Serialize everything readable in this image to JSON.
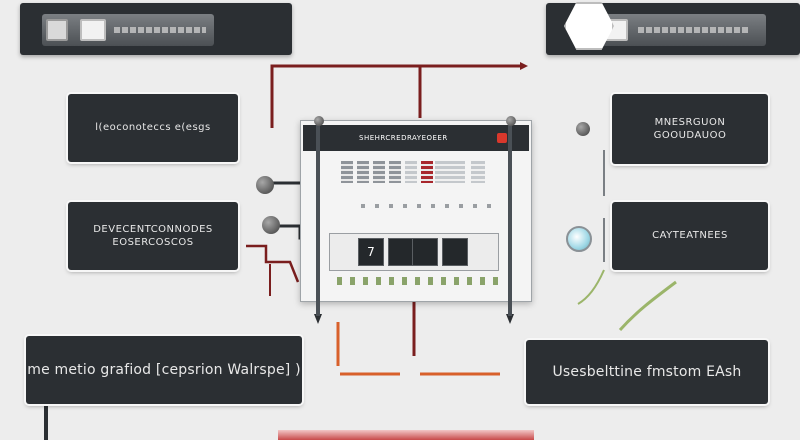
{
  "labels": {
    "left_top": "l(eoconoteccs e(esgs",
    "left_mid": "DEVECENTCONNODES\nEOSERCOSCOS",
    "left_bottom": "me metio grafiod [cepsrion Walrspe] )",
    "right_top": "MNESRGUON\nGOOUDAUOO",
    "right_mid": "CAYTEATNEES",
    "right_bottom": "Usesbelttine fmstom EAsh"
  },
  "device": {
    "title": "SHEHRCREDRAYEOEER",
    "display_digits": [
      "7",
      "",
      "",
      ""
    ]
  },
  "colors": {
    "panel": "#2b2f33",
    "line_dark_red": "#7a1e1e",
    "line_orange": "#d8602a",
    "led_red": "#d9382c",
    "leaf_green": "#9bb56a"
  }
}
